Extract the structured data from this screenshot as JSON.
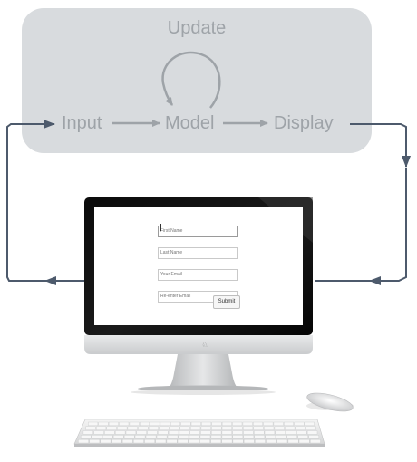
{
  "diagram": {
    "update_label": "Update",
    "input_label": "Input",
    "model_label": "Model",
    "display_label": "Display",
    "panel_color": "#d8dbde",
    "label_color": "#9ea3a8",
    "arrow_color": "#4d5a6c"
  },
  "form": {
    "first_name_placeholder": "First Name",
    "last_name_placeholder": "Last Name",
    "email_placeholder": "Your Email",
    "reenter_email_placeholder": "Re-enter Email",
    "submit_label": "Submit"
  }
}
